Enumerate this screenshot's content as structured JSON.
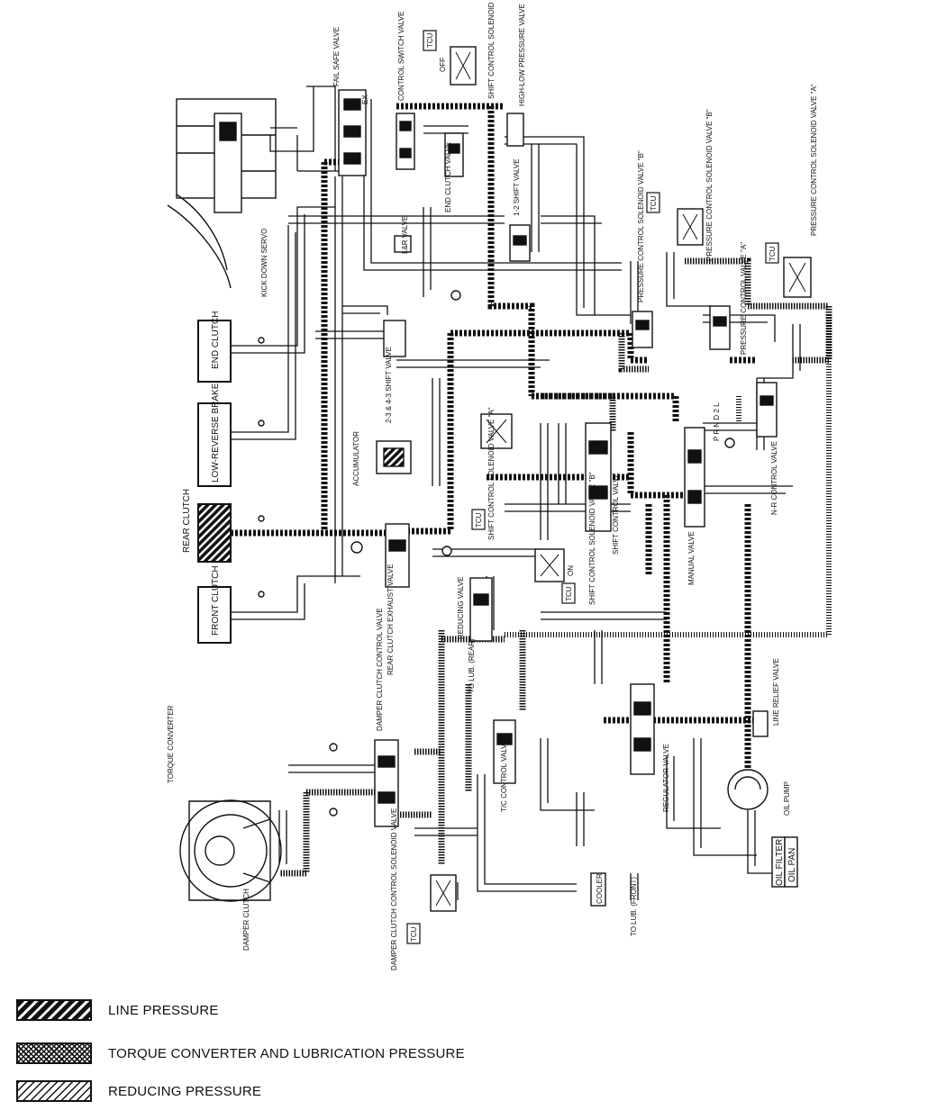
{
  "labels": {
    "fail_safe": "FAIL SAFE VALVE",
    "control_switch": "CONTROL SWITCH VALVE",
    "shift_sol_c": "SHIFT CONTROL SOLENOID VALVE \"C\"",
    "high_low": "HIGH-LOW PRESSURE VALVE",
    "kick_down": "KICK DOWN SERVO",
    "lr_valve": "L&R VALVE",
    "end_clutch_valve": "END CLUTCH VALVE",
    "shift_12": "1-2 SHIFT VALVE",
    "press_sol_b": "PRESSURE CONTROL SOLENOID VALVE \"B\"",
    "press_sol_a": "PRESSURE CONTROL SOLENOID VALVE \"A\"",
    "ex_control_sol_b": "PRESSURE CONTROL SOLENOID VALVE \"B\"",
    "press_ctrl_valve_a": "PRESSURE CONTROL VALVE \"A\"",
    "end_clutch": "END CLUTCH",
    "low_reverse": "LOW-REVERSE BRAKE",
    "rear_clutch": "REAR CLUTCH",
    "front_clutch": "FRONT CLUTCH",
    "shift_2343": "2-3 & 4-3 SHIFT VALVE",
    "accumulator": "ACCUMULATOR",
    "shift_sol_a": "SHIFT CONTROL SOLENOID VALVE \"A\"",
    "shift_control_valve": "SHIFT CONTROL VALVE",
    "shift_sol_b": "SHIFT CONTROL SOLENOID VALVE \"B\"",
    "nr_control": "N-R CONTROL VALVE",
    "manual_valve": "MANUAL VALVE",
    "prnd": "P R N D 2 L",
    "reducing_valve": "REDUCING VALVE",
    "rear_clutch_exhaust": "REAR CLUTCH EXHAUST VALVE",
    "to_lub_rear": "TO LUB. (REAR)",
    "damper_clutch_control": "DAMPER CLUTCH CONTROL VALVE",
    "torque_converter": "TORQUE CONVERTER",
    "damper_clutch": "DAMPER CLUTCH",
    "tc_control": "T/C CONTROL VALVE",
    "regulator": "REGULATOR VALVE",
    "line_relief": "LINE RELIEF VALVE",
    "oil_pump": "OIL PUMP",
    "oil_filter": "OIL FILTER",
    "oil_pan": "OIL PAN",
    "cooler": "COOLER",
    "to_lub_front": "TO LUB. (FRONT)",
    "damper_sol": "DAMPER CLUTCH CONTROL SOLENOID VALVE",
    "tcu": "TCU",
    "ex": "EX",
    "off": "OFF",
    "on": "ON"
  },
  "legend": [
    {
      "pattern": "line",
      "label": "LINE PRESSURE"
    },
    {
      "pattern": "tc",
      "label": "TORQUE CONVERTER AND LUBRICATION PRESSURE"
    },
    {
      "pattern": "reducing",
      "label": "REDUCING PRESSURE"
    }
  ]
}
